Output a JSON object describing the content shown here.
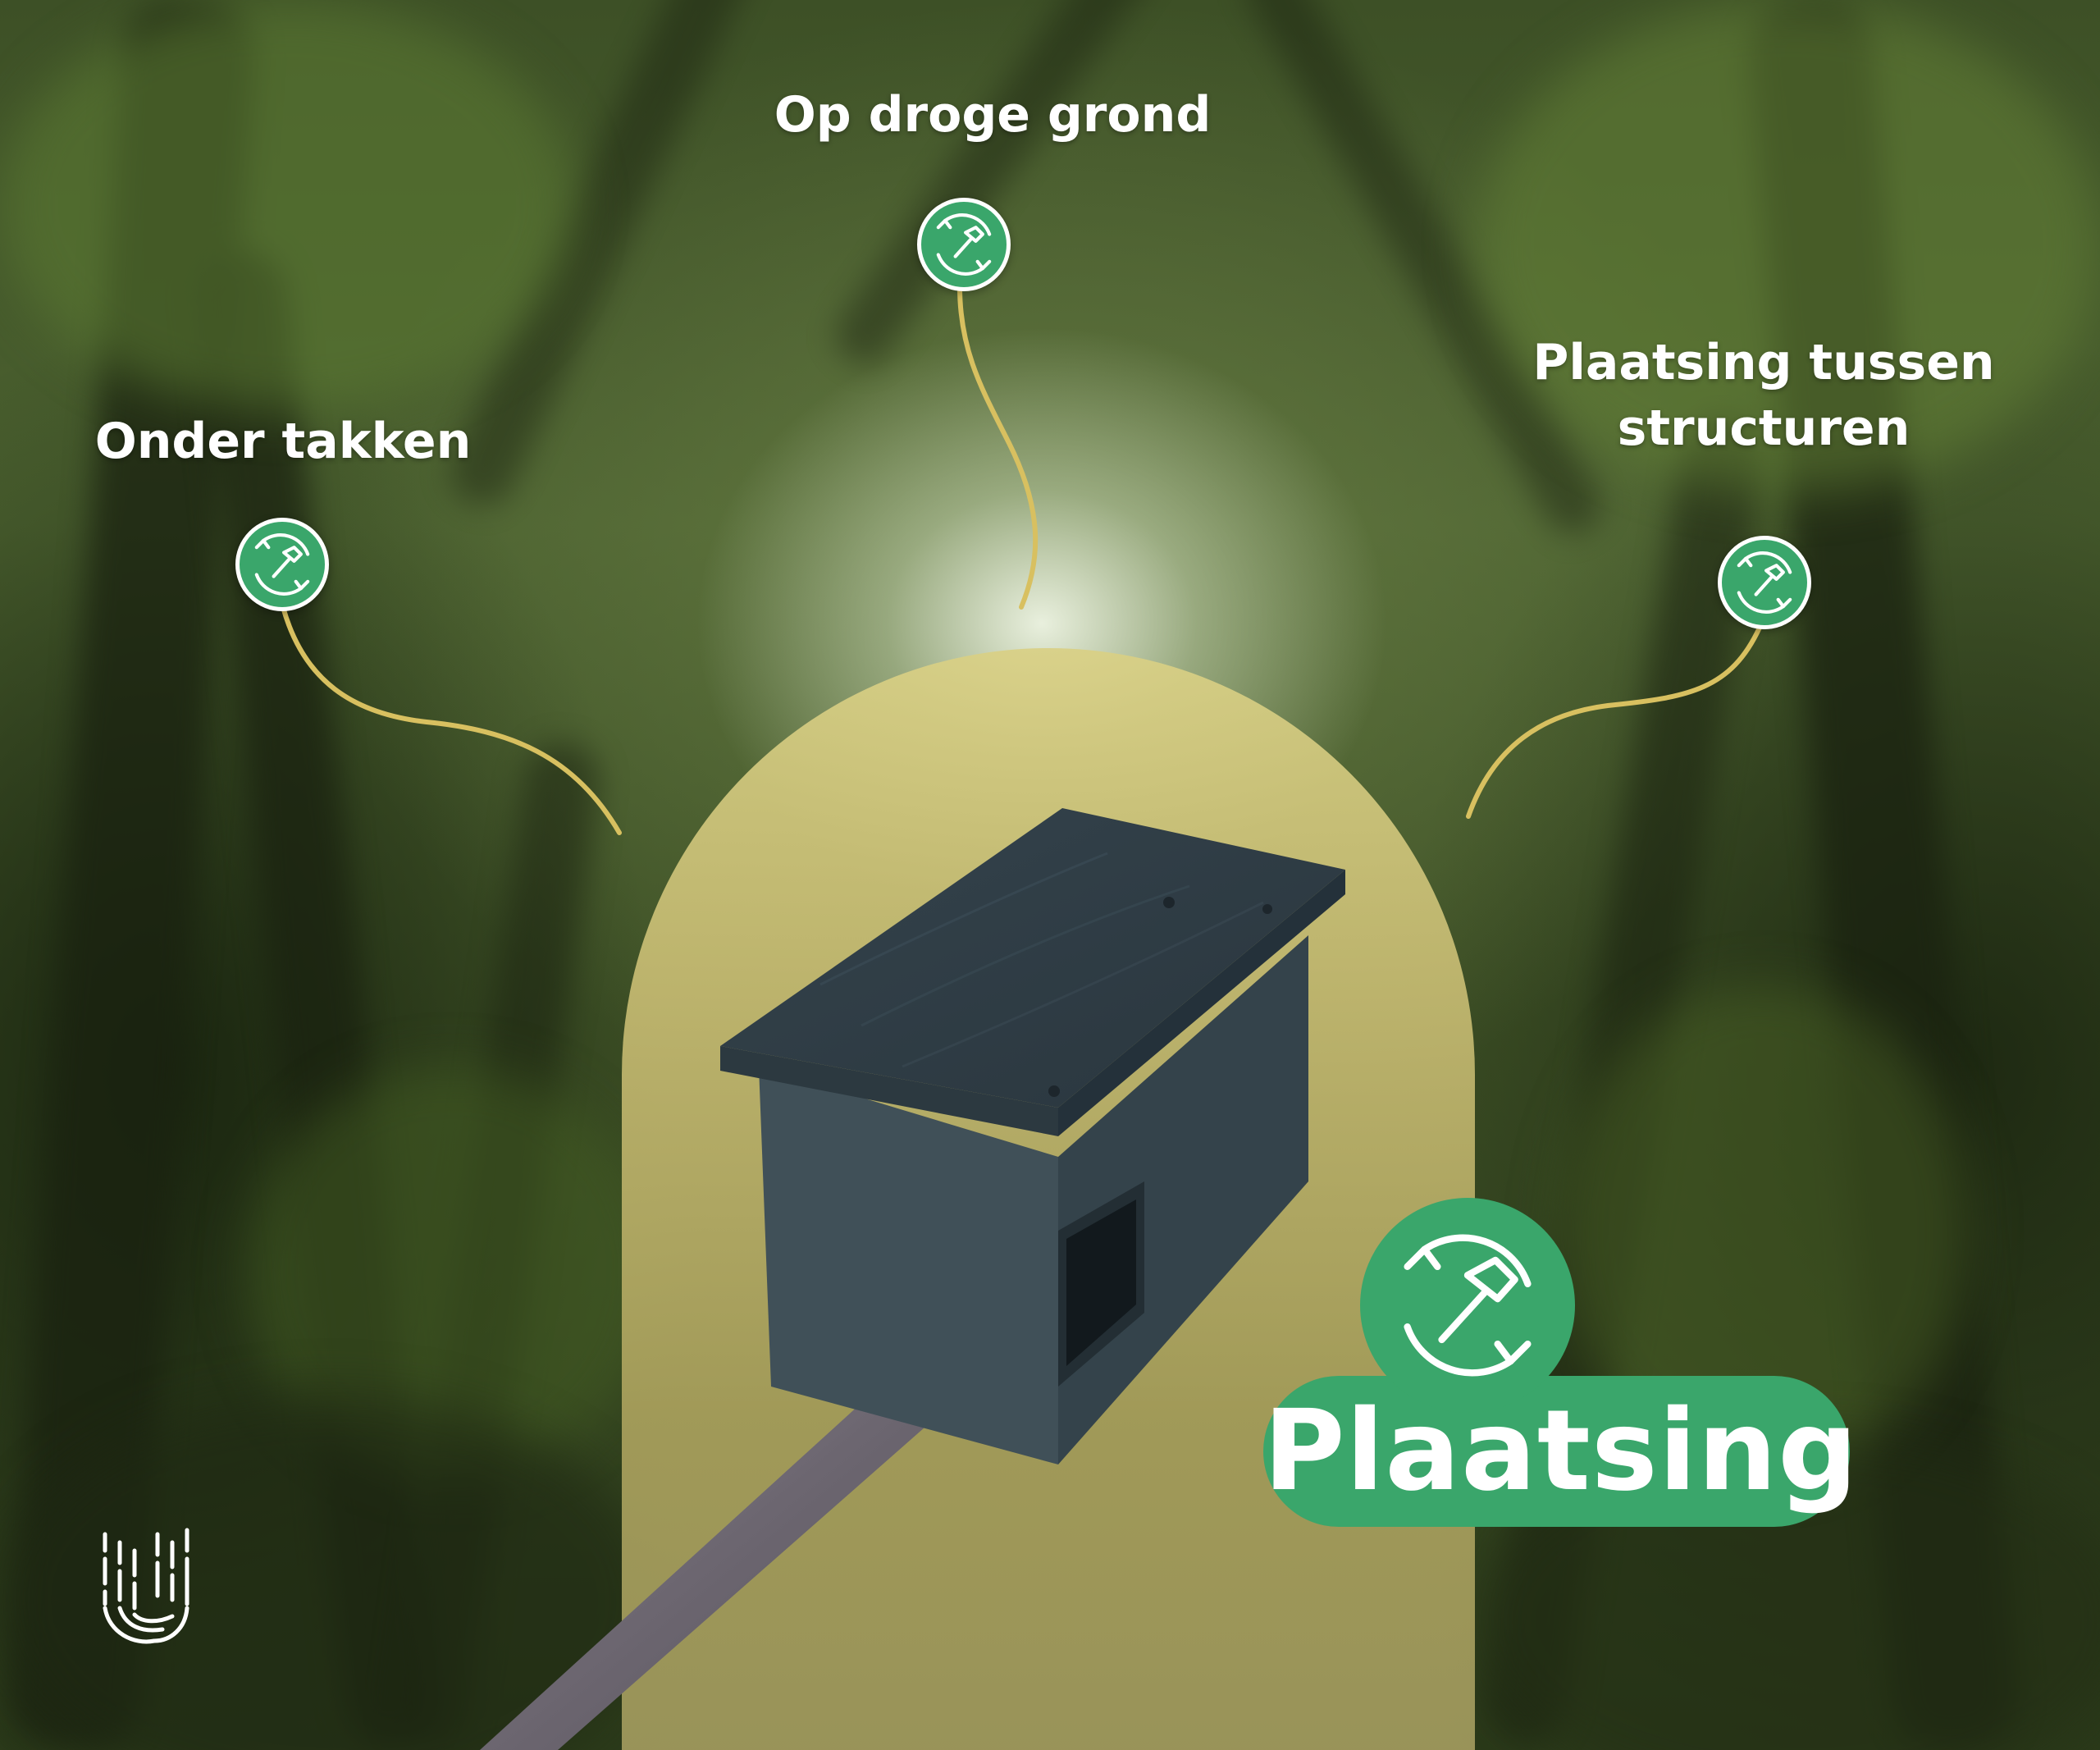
{
  "callouts": {
    "top": {
      "text": "Op droge grond"
    },
    "left": {
      "text": "Onder takken"
    },
    "right": {
      "line1": "Plaatsing tussen",
      "line2": "structuren"
    }
  },
  "main_badge": {
    "label": "Plaatsing"
  },
  "icons": {
    "callout_icon": "hammer-rotate-icon",
    "brand_logo": "brand-u-logo"
  },
  "colors": {
    "badge_green": "#3aa66b",
    "connector_gold": "#d8c060",
    "arch_gold": "#d9d085",
    "box_blue_grey": "#3d4e57",
    "pole_grey": "#7a7480"
  }
}
